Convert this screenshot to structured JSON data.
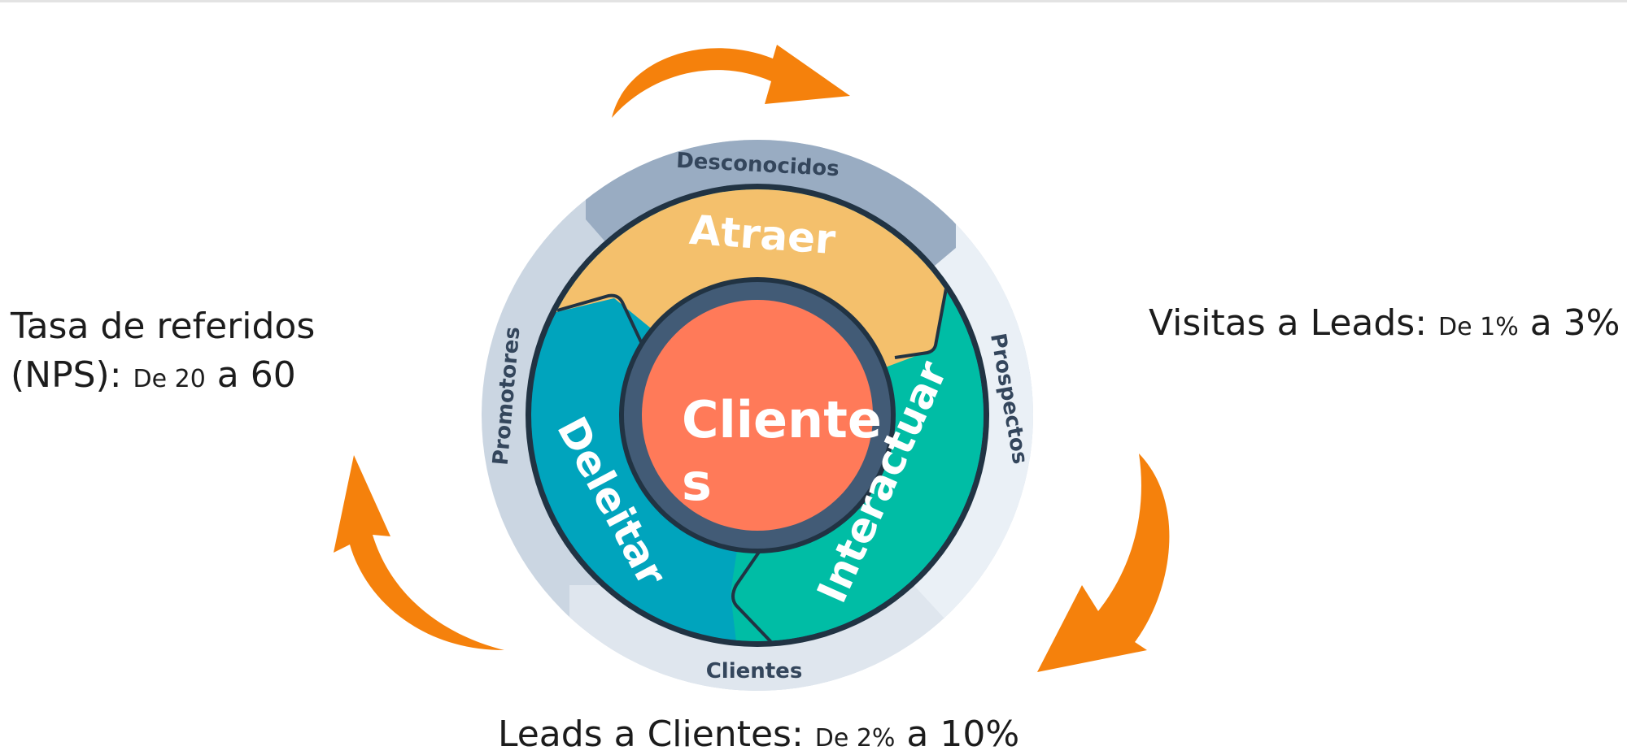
{
  "flywheel": {
    "core_label_line1": "Cliente",
    "core_label_line2": "s",
    "segments": {
      "attract": "Atraer",
      "engage": "Interactuar",
      "delight": "Deleitar"
    },
    "outer_ring": {
      "top": "Desconocidos",
      "right": "Prospectos",
      "bottom": "Clientes",
      "left": "Promotores"
    }
  },
  "metrics": {
    "visitas": {
      "label": "Visitas a Leads: ",
      "from_prefix": "De ",
      "from": "1%",
      "to_prefix": " a ",
      "to": "3%"
    },
    "leads": {
      "label": "Leads a Clientes: ",
      "from_prefix": "De ",
      "from": "2%",
      "to_prefix": " a ",
      "to": "10%"
    },
    "referidos": {
      "label_line1": "Tasa de referidos",
      "label_line2": "(NPS): ",
      "from_prefix": "De ",
      "from": "20",
      "to_prefix": " a ",
      "to": "60"
    }
  },
  "colors": {
    "attract": "#f4c06c",
    "engage": "#00bda5",
    "delight": "#00a4bd",
    "core": "#ff7a59",
    "hub_ring": "#425b76",
    "outline": "#213343",
    "outer_ring_top": "#99acc2",
    "outer_ring_left": "#cbd6e2",
    "outer_ring_right": "#eaf0f6",
    "arrow": "#f5810c"
  }
}
